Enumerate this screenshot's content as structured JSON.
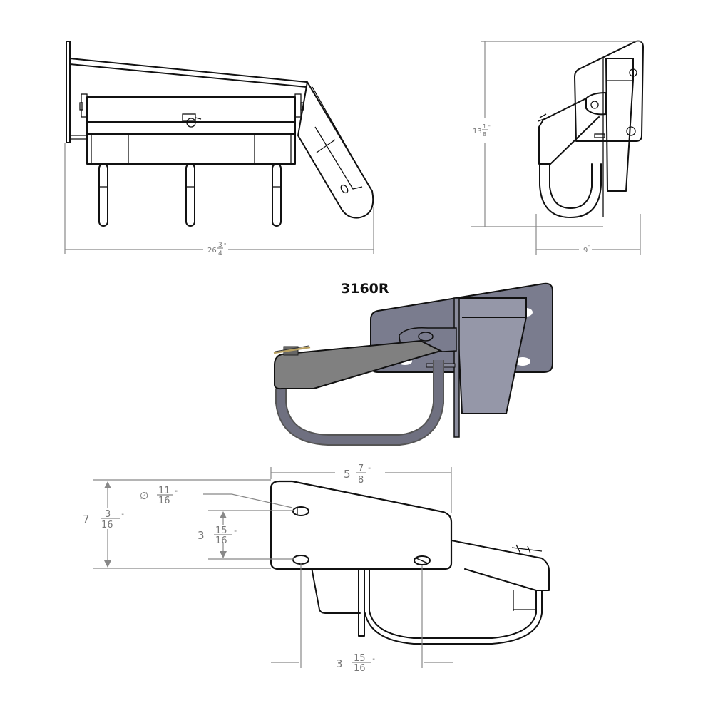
{
  "model": {
    "part_number": "3160R"
  },
  "views": {
    "side_view": {
      "width_dimension": {
        "whole": "26",
        "numerator": "3",
        "denominator": "4",
        "unit": "\""
      }
    },
    "end_view": {
      "height_dimension": {
        "whole": "13",
        "numerator": "1",
        "denominator": "8",
        "unit": "\""
      },
      "width_dimension": {
        "whole": "9",
        "unit": "\""
      }
    },
    "render_3d": {
      "colors": {
        "plate": "#7a7c8e",
        "plate_light": "#9597a8",
        "arm": "#808080",
        "loop": "#6f7080",
        "pin": "#b8a060"
      }
    },
    "mounting_plate_view": {
      "plate_width": {
        "whole": "5",
        "numerator": "7",
        "denominator": "8",
        "unit": "\""
      },
      "plate_height": {
        "whole": "7",
        "numerator": "3",
        "denominator": "16",
        "unit": "\""
      },
      "hole_diameter": {
        "symbol": "∅",
        "numerator": "11",
        "denominator": "16",
        "unit": "\""
      },
      "hole_vertical_spacing": {
        "whole": "3",
        "numerator": "15",
        "denominator": "16",
        "unit": "\""
      },
      "hole_horizontal_spacing": {
        "whole": "3",
        "numerator": "15",
        "denominator": "16",
        "unit": "\""
      }
    }
  }
}
